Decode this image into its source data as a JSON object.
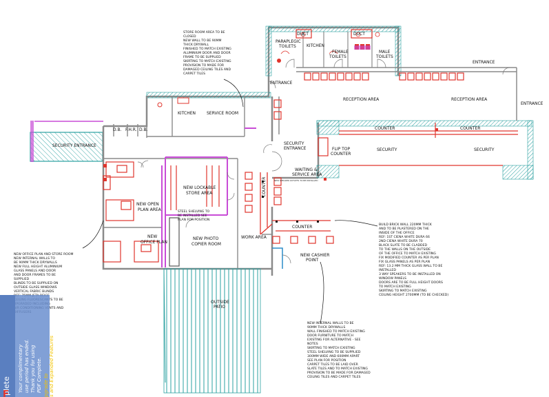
{
  "labels": {
    "duct_left": "DUCT",
    "duct_right": "DUCT",
    "paraplegic": "PARAPLEGIC",
    "toilets_para": "TOILETS",
    "kitchen_top": "KITCHEN",
    "female": "FEMALE",
    "toilets_female": "TOILETS",
    "male": "MALE",
    "toilets_male": "TOILETS",
    "entrance_top": "ENTRANCE",
    "entrance_mid": "ENTRANCE",
    "entrance_right": "ENTRANCE",
    "reception_1": "RECEPTION AREA",
    "reception_2": "RECEPTION AREA",
    "kitchen": "KITCHEN",
    "service_room": "SERVICE ROOM",
    "db1": "D.B.",
    "fhr": "F.H.R.",
    "db2": "D.B.",
    "security_entrance_left": "SECURITY ENTRANCE",
    "security_mid": "SECURITY",
    "entrance_sec": "ENTRANCE",
    "counter_1": "COUNTER",
    "counter_2": "COUNTER",
    "security_1": "SECURITY",
    "security_2": "SECURITY",
    "flip_top": "FLIP TOP",
    "flip_counter": "COUNTER",
    "waiting": "WAITING &",
    "service_area": "SERVICE AREA",
    "lockable_1": "NEW LOCKABLE",
    "lockable_2": "STORE AREA",
    "shelving_1": "STEEL SHELVING TO",
    "shelving_2": "BE INSTALLED SEE",
    "shelving_3": "PLAN FOR POSITION",
    "open_plan_1": "NEW OPEN",
    "open_plan_2": "PLAN AREA",
    "new_office": "NEW",
    "office_plan": "OFFICE PLAN",
    "photo_1": "NEW PHOTO",
    "photo_2": "COPIER ROOM",
    "work_area": "WORK AREA",
    "counter_vert": "COUNTER",
    "counter_lower": "COUNTER",
    "cashier_1": "NEW CASHIER",
    "cashier_2": "POINT",
    "patio_1": "OUTSIDE",
    "patio_2": "PATIO",
    "speaker": "NEW SPEAKER OUTLETS TO BE INSTALLED"
  },
  "notes": {
    "store_room": [
      "STORE ROOM AREA TO BE",
      "CLOSED",
      "NEW WALL TO BE 90MM",
      "THICK DRYWALL",
      "FINISHED TO MATCH EXISTING",
      "ALUMINIUM DOOR AND DOOR",
      "FRAME TO BE SUPPLIED",
      "SKIRTING TO MATCH EXISTING",
      "PROVISION TO MADE FOR",
      "DAMAGED CEILING TILES AND",
      "CARPET TILES"
    ],
    "office_plan": [
      "NEW OFFICE PLAN AND STORE ROOM",
      "NEW INTERNAL WALLS TO",
      "BE 90MM THICK DRYWALLS",
      "NEW FULL HEIGHT ALUMINIUM",
      "GLASS PANELS AND DOOR",
      "AND DOOR FRAMES TO BE",
      "SUPPLIED",
      "BLINDS TO BE SUPPLIED ON",
      "OUTSIDE GLASS WINDOWS",
      "VERTICAL FABRIC BLINDS",
      "REF: 75MM JETA BEIGE",
      "CEILING FLUORESCANTS TO BE",
      "UPGRADED INCLUDING",
      "AIR CONDITIONING VENTS AND",
      "DIFFUSERS"
    ],
    "brick_wall": [
      "BUILD BRICK WALL 220MM THICK",
      "AND TO BE PLASTERED ON THE",
      "INSIDE OF THE OFFICE",
      "REF: 1ST CIENA WHITE DURA 66",
      "2ND CIENA WHITE DURA 70",
      "BLACK SLATE TO BE CLADDED",
      "TO THE WALLS ON THE OUTSIDE",
      "OF THE OFFICE TO MATCH EXISTING",
      "FIX MODIFIED COUNTER AS PER PLAN",
      "FIX GLASS PANELS AS PER PLAN",
      "REF: 13.2 MM THICK GLASS WALL TO BE",
      "INSTALLED",
      "3 WAY SPEAKERS TO BE INSTALLED ON",
      "WINDOW PANELS",
      "DOORS ARE TO BE FULL HEIGHT DOORS",
      "TO MATCH EXISTING",
      "SKIRTING TO MATCH EXISTING",
      "CEILING HEIGHT 2700MM (TO BE CHECKED)"
    ],
    "internal_walls": [
      "NEW INTERNAL WALLS TO BE",
      "90MM THICK DRYWALLS",
      "WALL FINISHED TO MATCH EXISTING",
      "DOOR FURNITURE TO MATCH",
      "EXISTING FOR ALTERNATIVE - SEE",
      "NOTES",
      "SKIRTING TO MATCH EXISTING",
      "STEEL SHELVING TO BE SUPPLIED",
      "300MM WIDE AND 600MM APART",
      "SEE PLAN FOR POSITION",
      "CARPET TILES TO BE LAID OVER",
      "SLATE TILES AND TO MATCH EXISTING",
      "PROVISION TO BE MADE FOR DAMAGED",
      "CEILING TILES AND CARPET TILES"
    ]
  },
  "watermark": {
    "line1": "Your complimentary",
    "line2": "use period has ended.",
    "line3": "Thank you for using",
    "line4": "PDF Complete.",
    "brand": "plete",
    "brand_initial": "F",
    "upgrade1": "pgrade to",
    "upgrade2": "s and Expanded Features"
  },
  "colors": {
    "wall": "#8a8a8a",
    "hatch": "#2aa0a0",
    "glass": "#c84bd6",
    "furniture": "#e0342c",
    "water": "#2a8cc8",
    "watermark_bg": "#5a7fc0"
  }
}
